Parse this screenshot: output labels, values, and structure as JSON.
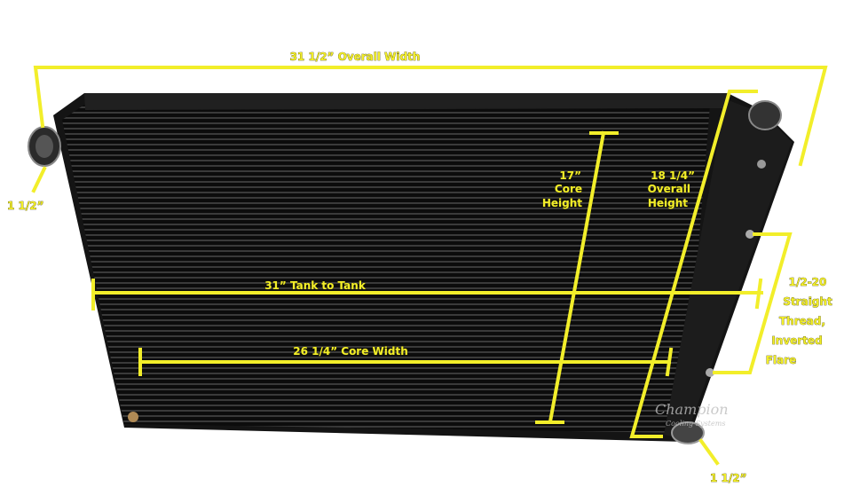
{
  "image": {
    "subject": "radiator",
    "accent_color": "#f2ee2a",
    "body_color": "#111111"
  },
  "dimensions": {
    "overall_width": "31 1/2” Overall Width",
    "inlet_left": "1 1/2”",
    "outlet_right": "1 1/2”",
    "core_height": [
      "17”",
      "Core",
      "Height"
    ],
    "overall_height": [
      "18 1/4”",
      "Overall",
      "Height"
    ],
    "tank_to_tank": "31” Tank to Tank",
    "core_width": "26 1/4” Core Width",
    "fitting": [
      "1/2-20",
      "Straight",
      "Thread,",
      "Inverted",
      "Flare"
    ]
  },
  "watermark": {
    "brand": "Champion",
    "tagline": "Cooling Systems"
  }
}
